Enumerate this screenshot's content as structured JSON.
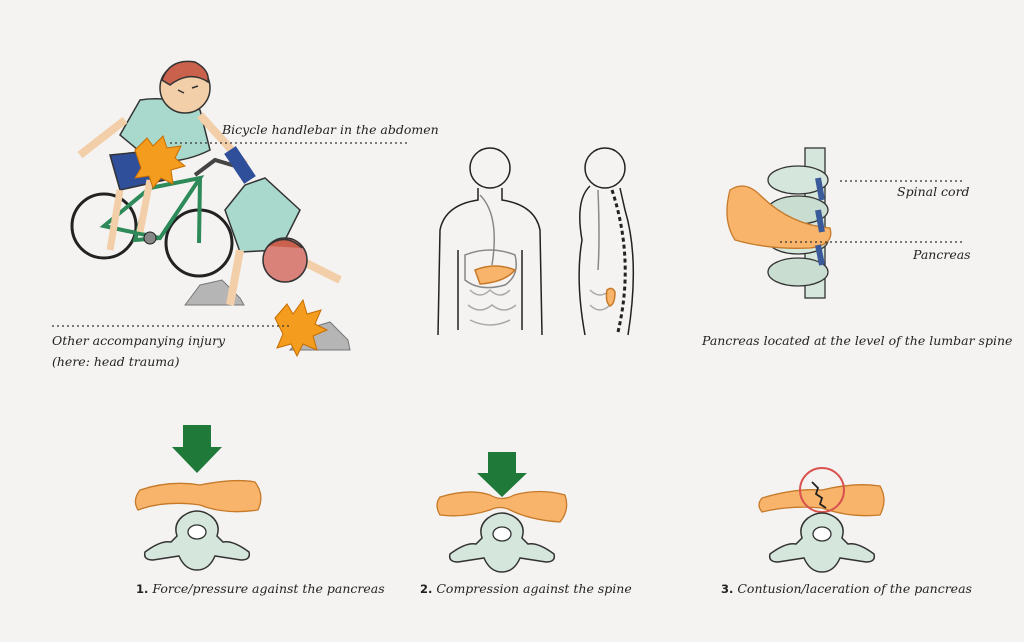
{
  "labels": {
    "handlebar": "Bicycle handlebar in the abdomen",
    "other_injury_line1": "Other accompanying injury",
    "other_injury_line2": "(here: head trauma)",
    "spinal_cord": "Spinal cord",
    "pancreas": "Pancreas",
    "lumbar": "Pancreas located at the level of the lumbar spine"
  },
  "steps": [
    {
      "number": "1.",
      "text": "Force/pressure against the pancreas"
    },
    {
      "number": "2.",
      "text": "Compression against the spine"
    },
    {
      "number": "3.",
      "text": "Contusion/laceration of the pancreas"
    }
  ],
  "colors": {
    "pancreas": "#f7b46a",
    "arrow": "#1f7a3a",
    "bone": "#d5e6dc",
    "circle": "#d9534f",
    "bike": "#2f8a5a",
    "impact": "#f39c1e",
    "shirt": "#a9d9cc",
    "shorts": "#2f4f9a",
    "hair": "#c9614d",
    "rock": "#b5b5b5",
    "nerve": "#3a5a9a"
  }
}
